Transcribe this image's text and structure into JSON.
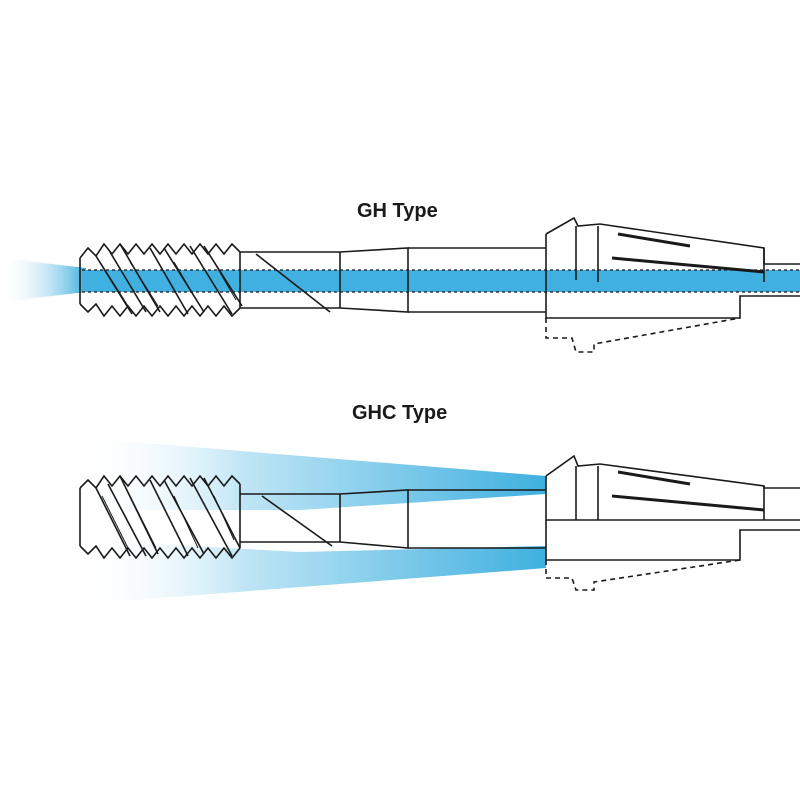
{
  "diagrams": [
    {
      "id": "gh",
      "title": "GH Type",
      "coolant": "through-center"
    },
    {
      "id": "ghc",
      "title": "GHC Type",
      "coolant": "external-flood"
    }
  ],
  "colors": {
    "coolant": "#3fb0df",
    "outline": "#1a1a1a",
    "background": "#ffffff"
  }
}
